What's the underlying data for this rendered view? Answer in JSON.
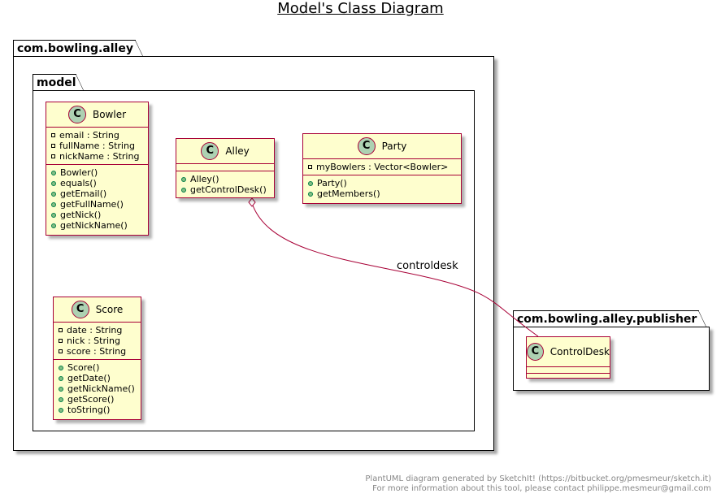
{
  "title": "Model's Class Diagram",
  "packages": {
    "outer": "com.bowling.alley",
    "model": "model",
    "publisher": "com.bowling.alley.publisher"
  },
  "classes": {
    "bowler": {
      "name": "Bowler",
      "icon": "C",
      "fields": [
        "email : String",
        "fullName : String",
        "nickName : String"
      ],
      "methods": [
        "Bowler()",
        "equals()",
        "getEmail()",
        "getFullName()",
        "getNick()",
        "getNickName()"
      ]
    },
    "alley": {
      "name": "Alley",
      "icon": "C",
      "fields": [],
      "methods": [
        "Alley()",
        "getControlDesk()"
      ]
    },
    "party": {
      "name": "Party",
      "icon": "C",
      "fields": [
        "myBowlers : Vector<Bowler>"
      ],
      "methods": [
        "Party()",
        "getMembers()"
      ]
    },
    "score": {
      "name": "Score",
      "icon": "C",
      "fields": [
        "date : String",
        "nick : String",
        "score : String"
      ],
      "methods": [
        "Score()",
        "getDate()",
        "getNickName()",
        "getScore()",
        "toString()"
      ]
    },
    "controldesk": {
      "name": "ControlDesk",
      "icon": "C"
    }
  },
  "relation": {
    "label": "controldesk"
  },
  "footer": {
    "line1": "PlantUML diagram generated by SketchIt! (https://bitbucket.org/pmesmeur/sketch.it)",
    "line2": "For more information about this tool, please contact philippe.mesmeur@gmail.com"
  }
}
